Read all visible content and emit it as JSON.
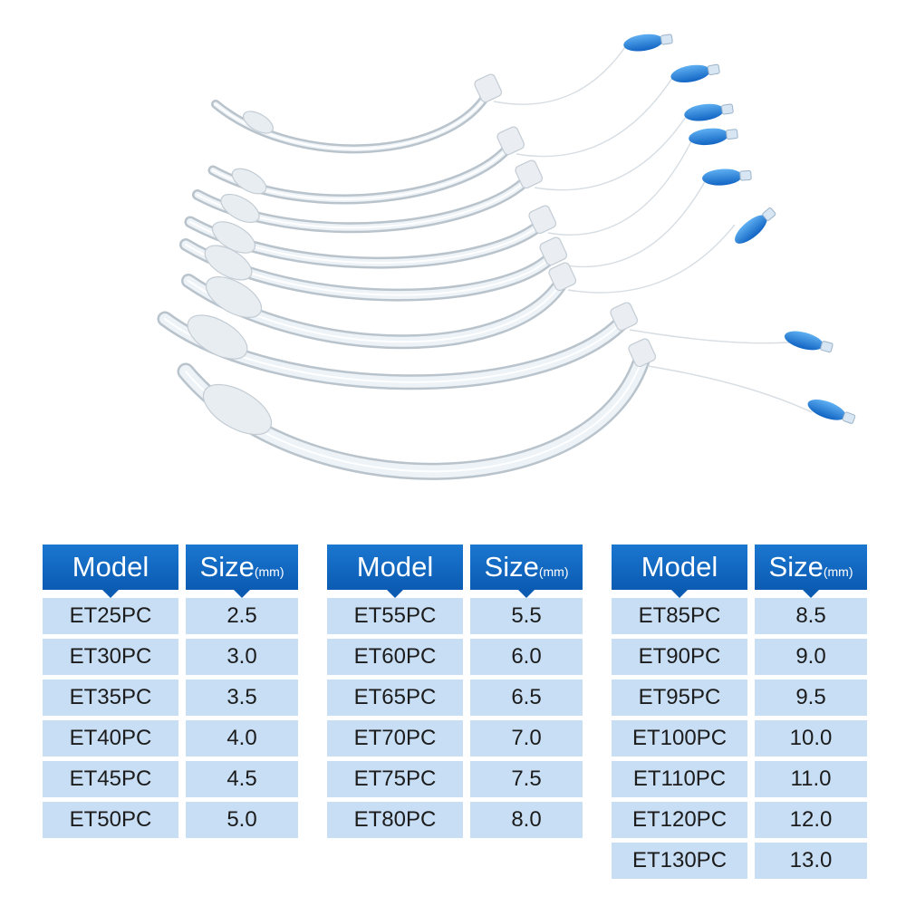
{
  "headers": {
    "model": "Model",
    "size": "Size",
    "unit": "(mm)"
  },
  "tables": [
    {
      "rows": [
        {
          "model": "ET25PC",
          "size": "2.5"
        },
        {
          "model": "ET30PC",
          "size": "3.0"
        },
        {
          "model": "ET35PC",
          "size": "3.5"
        },
        {
          "model": "ET40PC",
          "size": "4.0"
        },
        {
          "model": "ET45PC",
          "size": "4.5"
        },
        {
          "model": "ET50PC",
          "size": "5.0"
        }
      ]
    },
    {
      "rows": [
        {
          "model": "ET55PC",
          "size": "5.5"
        },
        {
          "model": "ET60PC",
          "size": "6.0"
        },
        {
          "model": "ET65PC",
          "size": "6.5"
        },
        {
          "model": "ET70PC",
          "size": "7.0"
        },
        {
          "model": "ET75PC",
          "size": "7.5"
        },
        {
          "model": "ET80PC",
          "size": "8.0"
        }
      ]
    },
    {
      "rows": [
        {
          "model": "ET85PC",
          "size": "8.5"
        },
        {
          "model": "ET90PC",
          "size": "9.0"
        },
        {
          "model": "ET95PC",
          "size": "9.5"
        },
        {
          "model": "ET100PC",
          "size": "10.0"
        },
        {
          "model": "ET110PC",
          "size": "11.0"
        },
        {
          "model": "ET120PC",
          "size": "12.0"
        },
        {
          "model": "ET130PC",
          "size": "13.0"
        }
      ]
    }
  ],
  "colors": {
    "header": "#0b5bb2",
    "cell": "#c7def5",
    "tube": "#b9c3cc",
    "pilot_balloon": "#1f7fd6"
  }
}
